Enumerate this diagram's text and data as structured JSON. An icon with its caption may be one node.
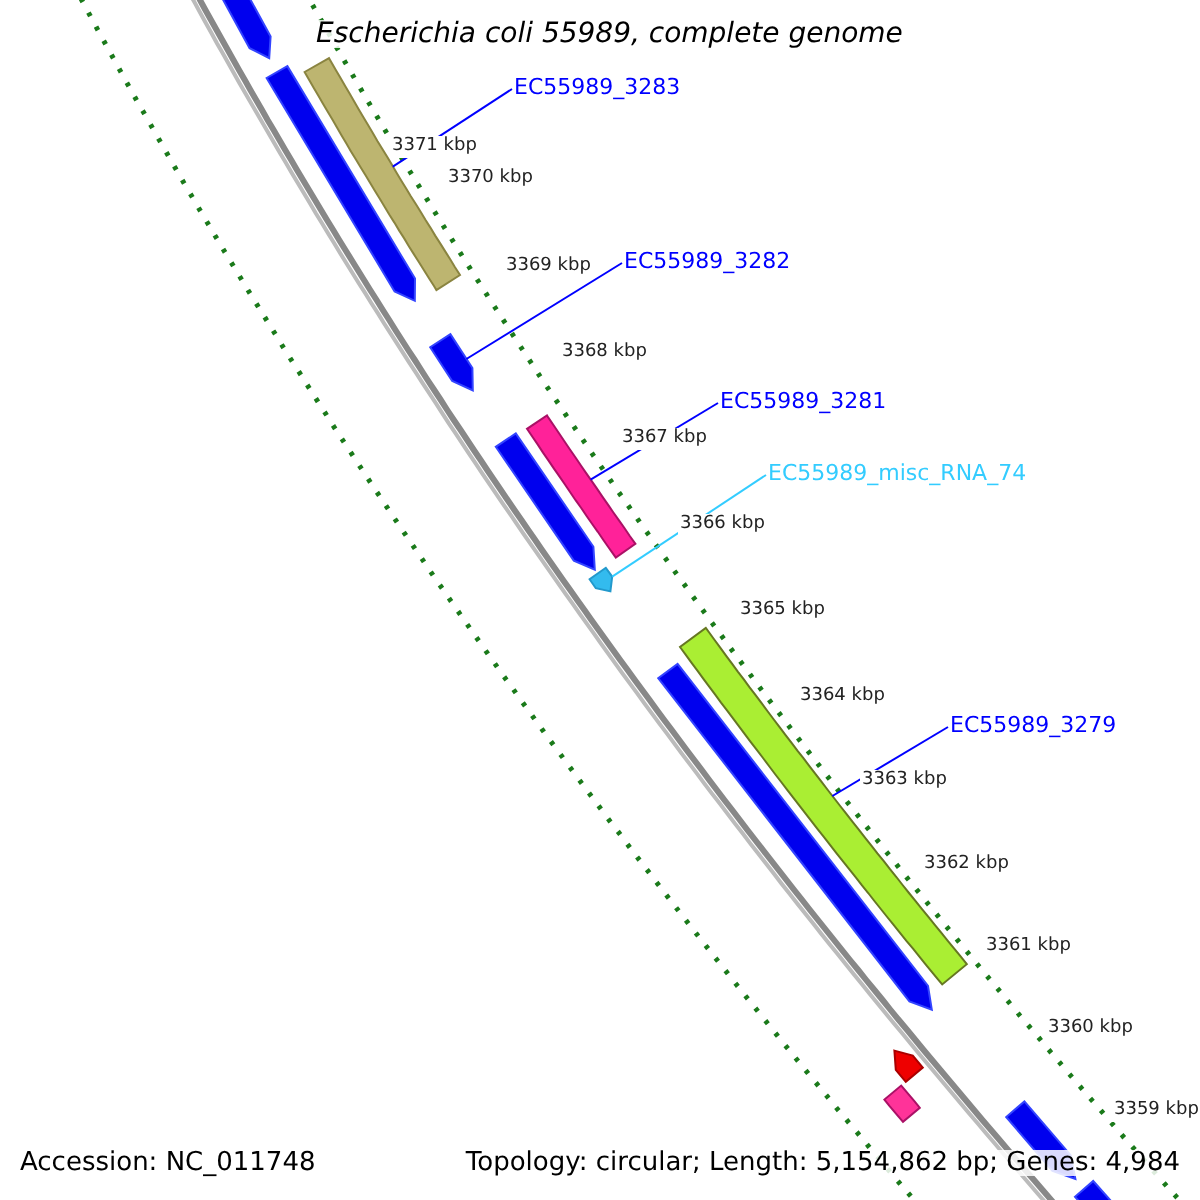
{
  "diagram": {
    "title": "Escherichia coli 55989, complete genome",
    "nodes": [
      {
        "text": [
          "EC55989_3283"
        ]
      },
      {
        "text": [],
        "shape": "bar"
      },
      {
        "text": [
          "EC55989_3282"
        ]
      },
      {
        "text": [],
        "shape": "arrow"
      },
      {
        "text": [
          "EC55989_3281"
        ]
      },
      {
        "text": [],
        "shape": "bar"
      },
      {
        "text": [
          "EC55989_misc_RNA_74"
        ]
      },
      {
        "text": [],
        "shape": "arrow"
      },
      {
        "text": [
          "EC55989_3279"
        ]
      },
      {
        "text": [],
        "shape": "bar"
      }
    ],
    "edges": [
      {
        "from": 0,
        "to": 1,
        "arrow": "none"
      },
      {
        "from": 2,
        "to": 3,
        "arrow": "none"
      },
      {
        "from": 4,
        "to": 5,
        "arrow": "none"
      },
      {
        "from": 6,
        "to": 7,
        "arrow": "none",
        "color": "#33ccff"
      },
      {
        "from": 8,
        "to": 9,
        "arrow": "none"
      }
    ],
    "labels": [
      "3371 kbp",
      "3370 kbp",
      "3369 kbp",
      "3368 kbp",
      "3367 kbp",
      "3366 kbp",
      "3365 kbp",
      "3364 kbp",
      "3363 kbp",
      "3362 kbp",
      "3361 kbp",
      "3360 kbp",
      "3359 kbp",
      "Accession: NC_011748",
      "Topology: circular; Length: 5,154,862 bp; Genes: 4,984"
    ]
  }
}
